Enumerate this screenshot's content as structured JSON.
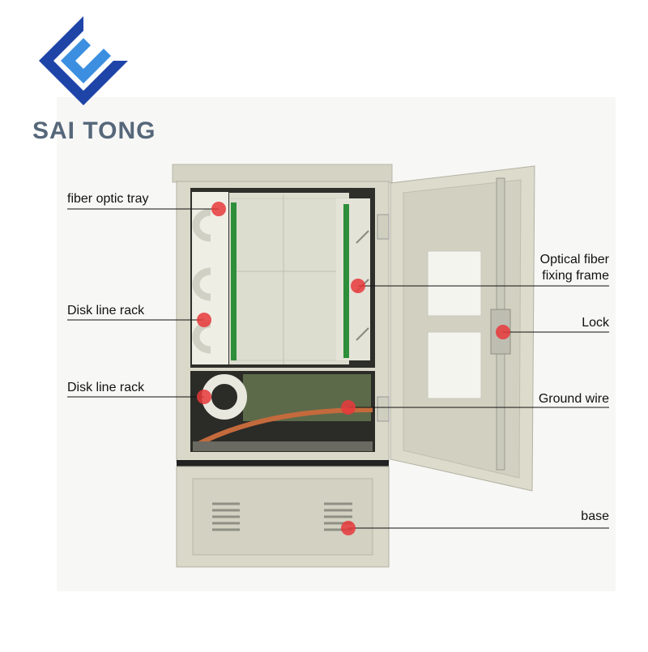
{
  "brand": {
    "name": "SAI TONG",
    "logo_icon": "chevron-s-logo-icon",
    "logo_colors": {
      "dark_blue": "#1f44a8",
      "light_blue": "#3c8fe0"
    },
    "text_color": "#56677a"
  },
  "callouts": {
    "fiber_optic_tray": "fiber optic tray",
    "disk_line_rack_1": "Disk line rack",
    "disk_line_rack_2": "Disk line rack",
    "optical_fiber_fixing_frame_line1": "Optical fiber",
    "optical_fiber_fixing_frame_line2": "fixing frame",
    "lock": "Lock",
    "ground_wire": "Ground wire",
    "base": "base"
  },
  "colors": {
    "marker_red": "#e8383b",
    "cabinet_body": "#d9d8c9",
    "cabinet_shade": "#c4c3b2",
    "interior_white": "#ebeae0",
    "green_adapters": "#2e8f3a",
    "copper_bar": "#c46a3c"
  }
}
